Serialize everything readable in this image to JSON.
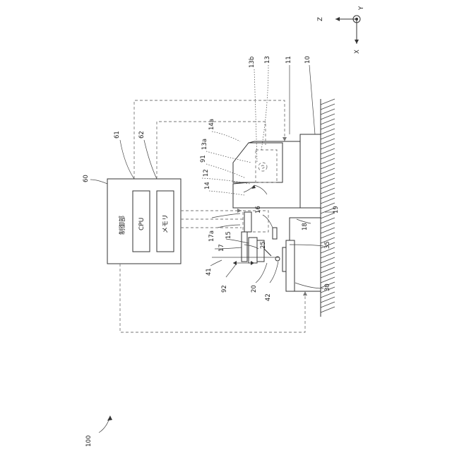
{
  "figure": {
    "system_label": "100",
    "axes": {
      "z": "Z",
      "x": "X",
      "y": "Y"
    },
    "controller": {
      "ref": "60",
      "title": "制御部",
      "cpu_ref": "61",
      "cpu_label": "CPU",
      "memory_ref": "62",
      "memory_label": "メモリ"
    },
    "refs": {
      "r10": "10",
      "r11": "11",
      "r12": "12",
      "r13": "13",
      "r13a": "13a",
      "r13b": "13b",
      "r14": "14",
      "r14a": "14a",
      "r15": "15",
      "r16": "16",
      "r17": "17",
      "r17a": "17a",
      "r18": "18",
      "r19": "19",
      "r20": "20",
      "r25": "25",
      "r30": "30",
      "r35": "35",
      "r41": "41",
      "r42": "42",
      "r91": "91",
      "r92": "92"
    }
  }
}
